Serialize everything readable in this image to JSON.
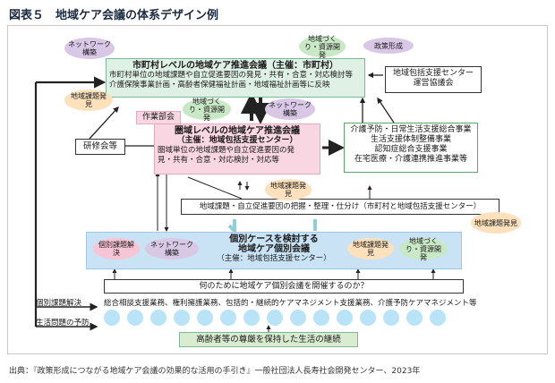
{
  "title": "図表５　地域ケア会議の体系デザイン例",
  "municipal": {
    "heading": "市町村レベルの地域ケア推進会議（主催：市町村）",
    "line1": "市町村単位の地域課題や自立促進要因の発見・共有・合意・対応検討等",
    "line2": "介護保険事業計画・高齢者保健福祉計画・地域福祉計画等に反映"
  },
  "sphere": {
    "heading": "圏域レベルの地域ケア推進会議",
    "sub": "（主催：地域包括支援センター）",
    "line1": "圏域単位の地域課題や自立促進要因の発",
    "line2": "見・共有・合意・対応検討・対応等"
  },
  "individual": {
    "heading": "個別ケースを検討する",
    "line1": "地域ケア個別会議",
    "line2": "（主催：地域包括支援センター）"
  },
  "center_council": {
    "line1": "地域包括支援センター",
    "line2": "運営協議会"
  },
  "projects": {
    "line1": "介護予防・日常生活支援総合事業",
    "line2": "生活支援体制整備事業",
    "line3": "認知症総合支援事業",
    "line4": "在宅医療・介護連携推進事業等"
  },
  "training": "研修会等",
  "working_group": "作業部会",
  "organize": "地域課題・自立促進要因の把握・整理・仕分け（市町村と地域包括支援センター）",
  "purpose": "何のために地域ケア個別会議を開催するのか？",
  "services": "総合相談支援業務、権利擁護業務、包括的・継続的ケアマネジメント支援業務、介護予防ケアマネジメント等",
  "goal": "高齢者等の尊厳を保持した生活の継続",
  "side_labels": {
    "individual_solve": "個別課題解決",
    "life_prevent": "生活問題の予防"
  },
  "ovals": {
    "network_top": "ネットワーク構築",
    "policy": "政策形成",
    "community_top": "地域づくり・資源開発",
    "discover_left": "地域課題発見",
    "community_mid": "地域づくり・資源開発",
    "network_mid": "ネットワーク構築",
    "discover_mid": "地域課題発見",
    "discover_right": "地域課題発見",
    "individual_solve": "個別課題解決",
    "network_low": "ネットワーク構築",
    "discover_low": "地域課題発見",
    "community_low": "地域づくり・資源開発"
  },
  "source": "出典：『政策形成につながる地域ケア会議の効果的な活用の手引き』一般社団法人長寿社会開発センター、2023年",
  "colors": {
    "green": "#dff0e4",
    "pink": "#f8d6e2",
    "blue": "#c9e3f5",
    "circle": "#b9e3f7"
  }
}
